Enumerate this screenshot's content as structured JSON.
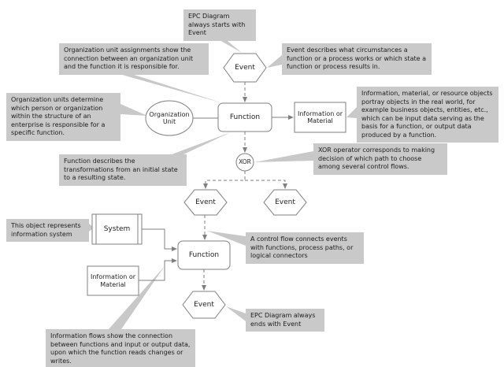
{
  "diagram": {
    "callouts": {
      "start": "EPC Diagram always starts with Event",
      "org_assignment": "Organization unit assignments show the connection between an organization unit and the function it is responsible for.",
      "event_desc": "Event describes what circumstances a function or a process works or which state a function or process results in.",
      "org_units": "Organization units determine which person or organization within the structure of an enterprise is responsible for a specific function.",
      "info_material": "Information, material, or resource objects portray objects in the real world, for example business objects, entities, etc., which can be input data serving as the basis for a function, or output data produced by a function.",
      "function_desc": "Function describes the transformations from an initial state to a resulting state.",
      "xor": "XOR operator corresponds to making decision of which path to choose among several control flows.",
      "system": "This object represents information system",
      "control_flow": "A control flow connects events with functions, process paths, or logical connectors",
      "end": "EPC Diagram always ends with Event",
      "info_flows": "Information flows show the connection between functions and input or output data, upon which the function reads changes or writes."
    },
    "shapes": {
      "event_top": "Event",
      "org_unit": "Organization Unit",
      "function_top": "Function",
      "info_material_top": "Information or Material",
      "xor": "XOR",
      "event_left": "Event",
      "event_right": "Event",
      "system": "System",
      "function_bottom": "Function",
      "info_material_bottom": "Information or Material",
      "event_bottom": "Event"
    },
    "colors": {
      "callout_bg": "#c9c9c9",
      "shape_border": "#7f7f7f",
      "connector": "#7f7f7f",
      "leader": "#c8c8c8",
      "background": "#ffffff"
    }
  }
}
